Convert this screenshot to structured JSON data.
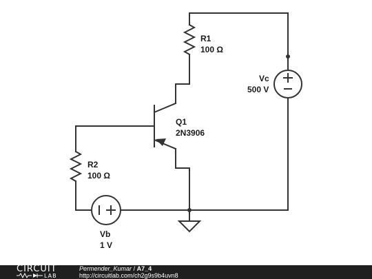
{
  "schematic": {
    "r1": {
      "name": "R1",
      "value": "100 Ω"
    },
    "r2": {
      "name": "R2",
      "value": "100 Ω"
    },
    "q1": {
      "name": "Q1",
      "part": "2N3906"
    },
    "vc": {
      "name": "Vc",
      "value": "500 V"
    },
    "vb": {
      "name": "Vb",
      "value": "1 V"
    }
  },
  "footer": {
    "logo_top": "CIRCUIT",
    "logo_bottom": "LAB",
    "author": "Permender_Kumar",
    "separator": "/",
    "circuit_name": "A7_4",
    "url": "http://circuitlab.com/ch2g9s9b4uvn8"
  },
  "colors": {
    "wire": "#333333",
    "text": "#1a1a1a",
    "footer_bg": "#1f1f1f",
    "footer_text": "#ffffff"
  }
}
